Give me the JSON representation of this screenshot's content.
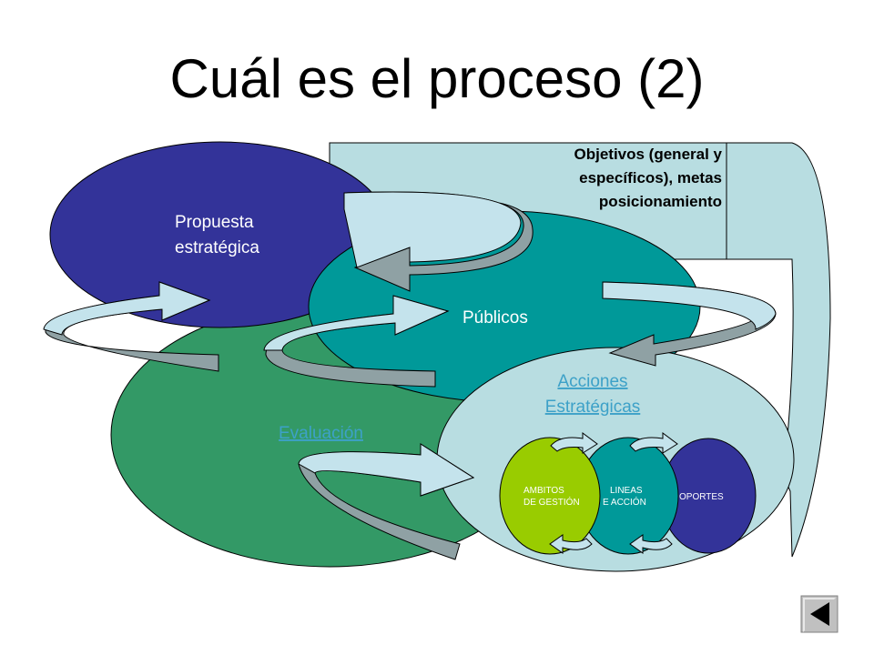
{
  "slide": {
    "title": "Cuál es el proceso (2)"
  },
  "diagram": {
    "objectives_box": {
      "line1": "Objetivos (general y",
      "line2": "específicos), metas",
      "line3": "posicionamiento"
    },
    "propuesta": {
      "line1": "Propuesta",
      "line2": "estratégica"
    },
    "publicos": {
      "label": "Públicos"
    },
    "evaluacion": {
      "label": "Evaluación"
    },
    "acciones": {
      "line1": "Acciones",
      "line2": "Estratégicas"
    },
    "ambitos": {
      "line1": "AMBITOS",
      "line2": "DE GESTIÓN"
    },
    "lineas": {
      "line1": "LINEAS",
      "line2": "E ACCIÓN"
    },
    "soportes": {
      "label": "OPORTES"
    }
  },
  "colors": {
    "propuesta": "#333399",
    "publicos": "#009999",
    "evaluacion": "#339966",
    "acciones": "#b8dde1",
    "objectives_box": "#b8dde1",
    "ambitos": "#99cc00",
    "lineas": "#009999",
    "soportes": "#333399",
    "arrow_light": "#c4e3ec",
    "arrow_dark": "#8fa1a4",
    "link_text": "#3da1c8"
  },
  "navigation": {
    "back_button_icon": "triangle-left-icon"
  }
}
